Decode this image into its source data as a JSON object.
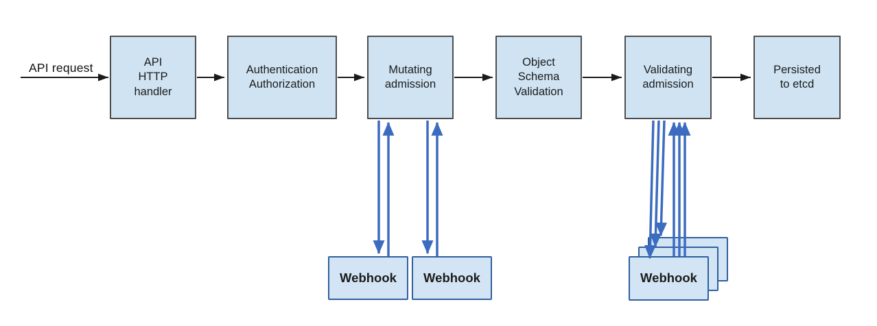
{
  "diagram": {
    "description": "Kubernetes API request admission control flow",
    "input_label": "API request",
    "pipeline_boxes": [
      {
        "id": "api-http-handler",
        "label": "API\nHTTP\nhandler"
      },
      {
        "id": "authentication-authorization",
        "label": "Authentication\nAuthorization"
      },
      {
        "id": "mutating-admission",
        "label": "Mutating\nadmission"
      },
      {
        "id": "object-schema-validation",
        "label": "Object\nSchema\nValidation"
      },
      {
        "id": "validating-admission",
        "label": "Validating\nadmission"
      },
      {
        "id": "persisted-to-etcd",
        "label": "Persisted\nto etcd"
      }
    ],
    "mutating_webhooks": [
      {
        "label": "Webhook"
      },
      {
        "label": "Webhook"
      }
    ],
    "validating_webhook_stack": {
      "stack_count": 3,
      "back_label": "Webhook",
      "middle_label": "Webhook",
      "front_label": "Webhook"
    },
    "colors": {
      "box_fill": "#cfe3f2",
      "webhook_fill": "#d3e5f4",
      "box_border": "#4d4d4d",
      "webhook_border": "#2e5f9e",
      "arrow_black": "#1a1a1a",
      "arrow_blue": "#3b6cbf",
      "background": "#ffffff"
    }
  }
}
